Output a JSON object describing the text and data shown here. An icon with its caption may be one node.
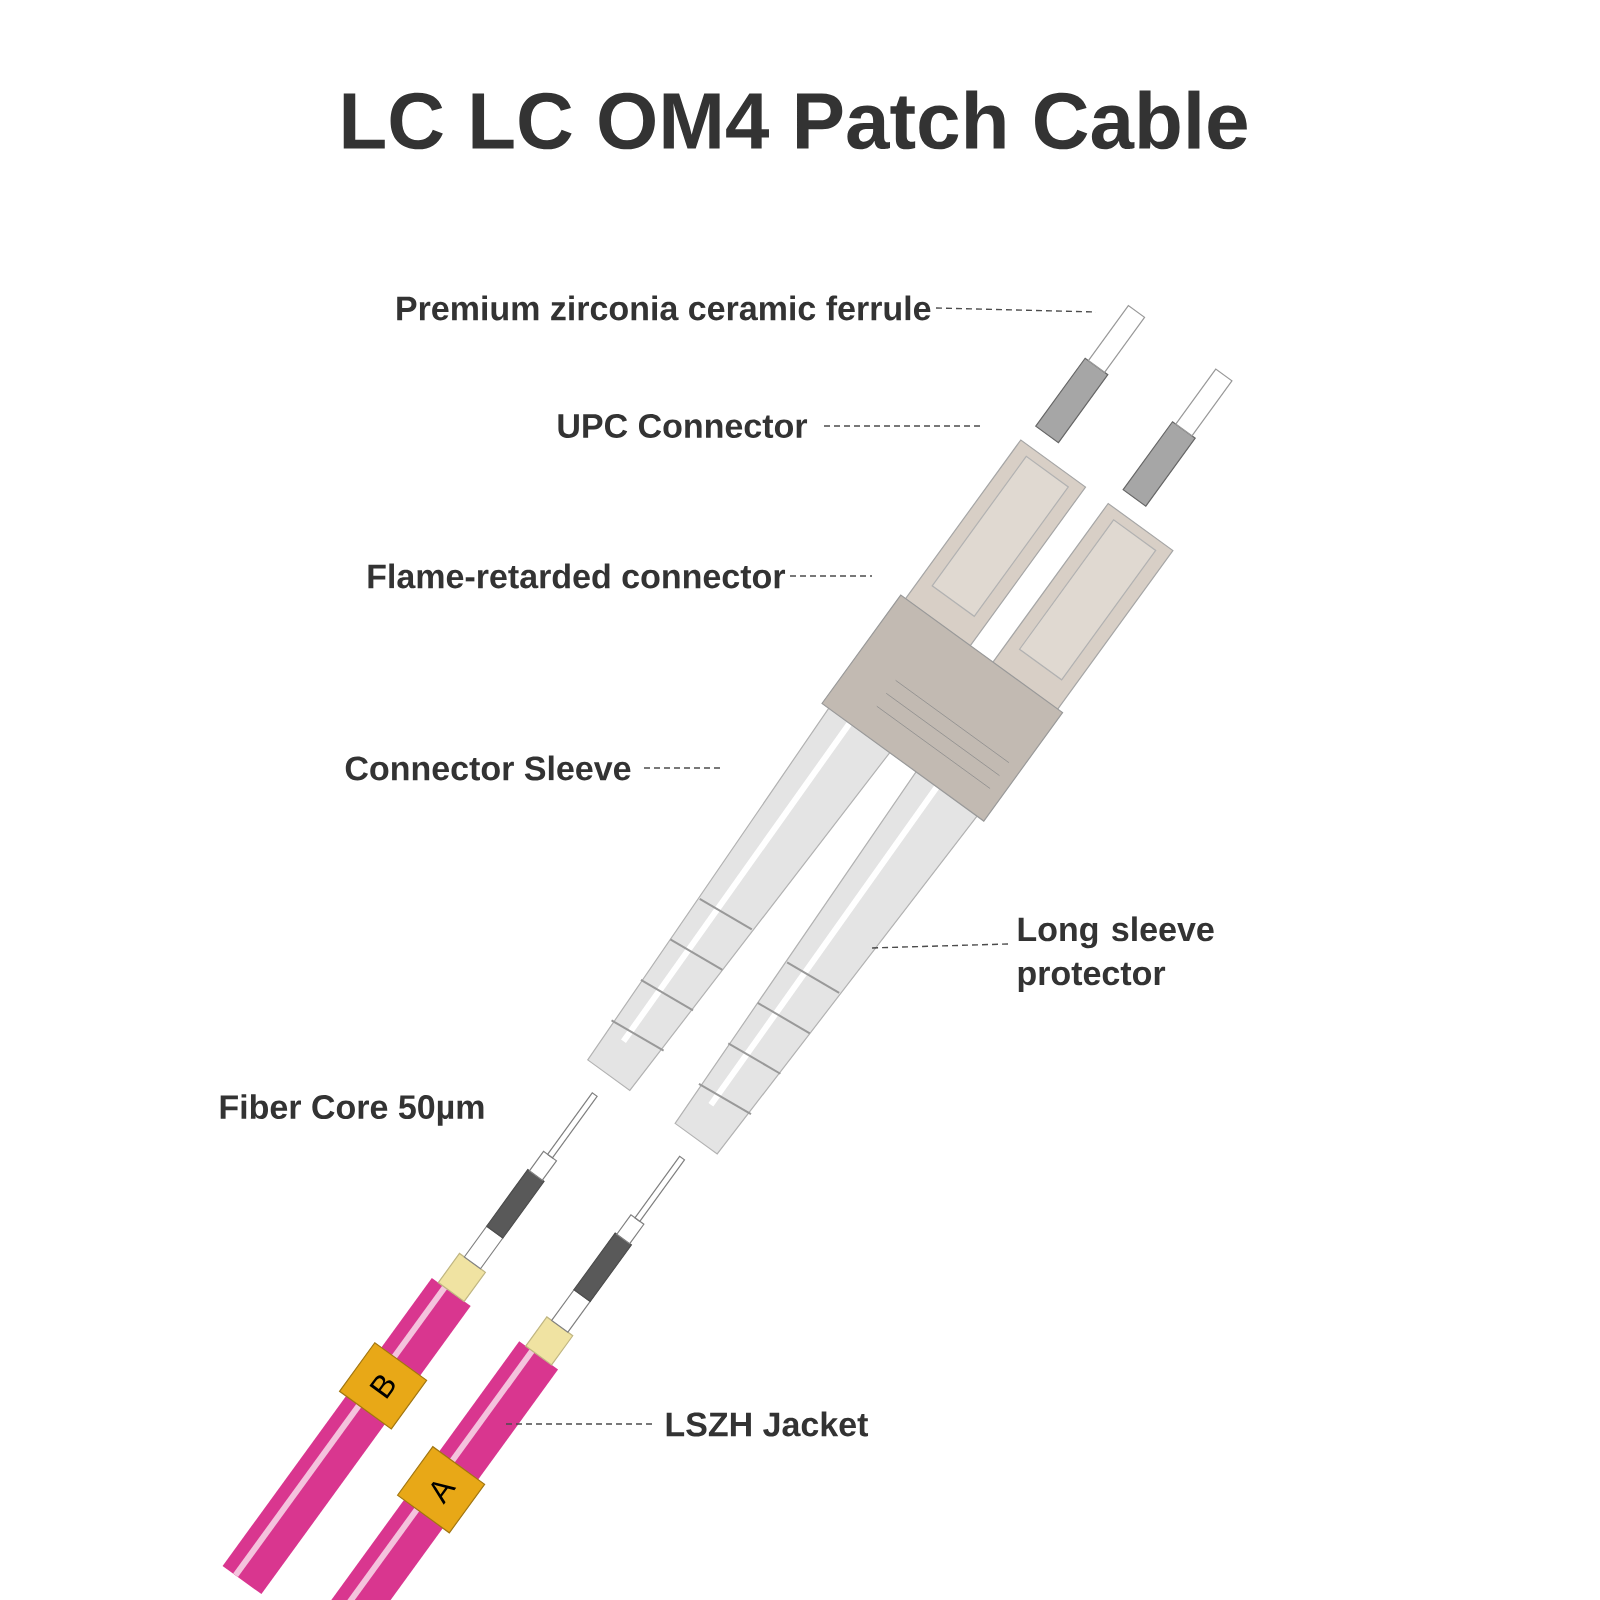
{
  "diagram": {
    "title": "LC LC OM4 Patch Cable",
    "nodes": [
      {
        "text": [
          "Premium zirconia ceramic ferrule"
        ]
      },
      {
        "text": [
          "UPC Connector"
        ]
      },
      {
        "text": [
          "Flame-retarded connector"
        ]
      },
      {
        "text": [
          "Connector Sleeve"
        ]
      },
      {
        "text": [
          "Long sleeve protector"
        ]
      },
      {
        "text": [
          "LSZH Jacket"
        ]
      }
    ],
    "edges": [
      {
        "from": 0,
        "to": null,
        "arrow": "none",
        "style": "dashed"
      },
      {
        "from": 1,
        "to": null,
        "arrow": "none",
        "style": "dashed"
      },
      {
        "from": 2,
        "to": null,
        "arrow": "none",
        "style": "dashed"
      },
      {
        "from": 3,
        "to": null,
        "arrow": "none",
        "style": "dashed"
      },
      {
        "from": 4,
        "to": null,
        "arrow": "none",
        "style": "dashed"
      },
      {
        "from": 5,
        "to": null,
        "arrow": "none",
        "style": "dashed"
      }
    ],
    "labels": [
      "Fiber Core 50µm",
      "B",
      "A"
    ]
  }
}
